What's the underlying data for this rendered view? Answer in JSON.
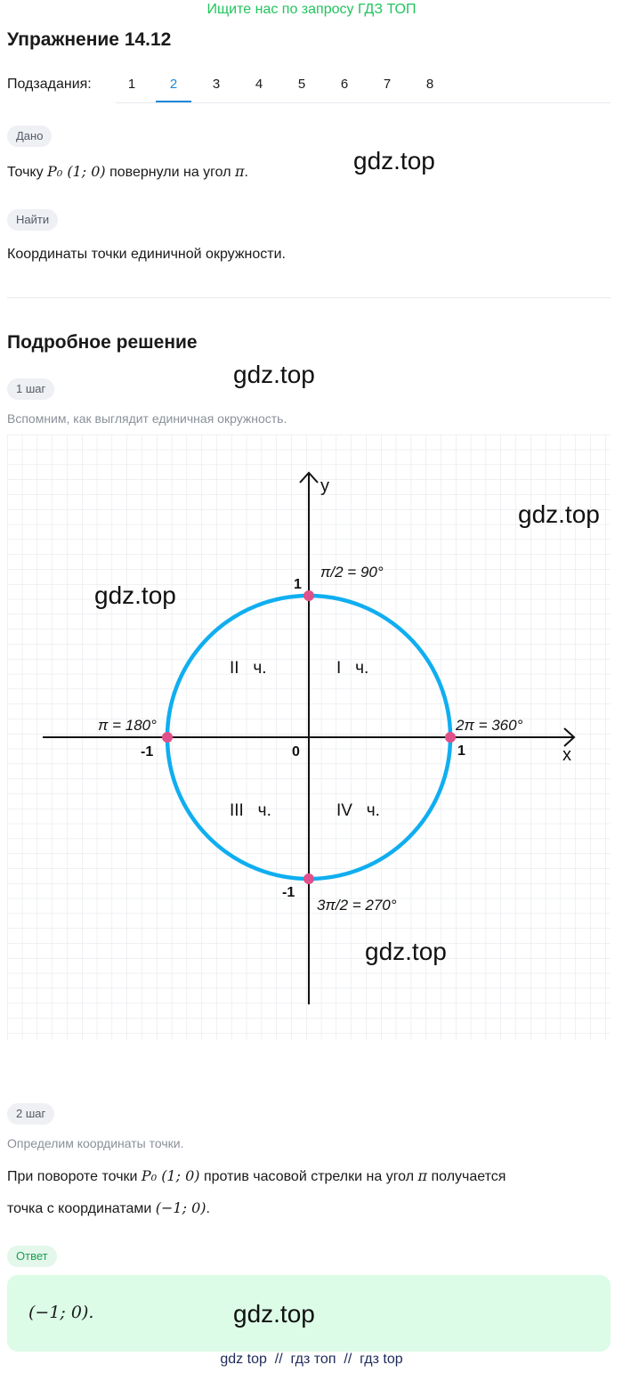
{
  "promo": "Ищите нас по запросу ГДЗ ТОП",
  "title": "Упражнение 14.12",
  "subtasks": {
    "label": "Подзадания:",
    "items": [
      "1",
      "2",
      "3",
      "4",
      "5",
      "6",
      "7",
      "8"
    ],
    "active": "2"
  },
  "given": {
    "chip": "Дано",
    "text_pre": "Точку",
    "text_post": "повернули на угол",
    "point": "P₀ (1; 0)",
    "angle": "π",
    "end": "."
  },
  "find": {
    "chip": "Найти",
    "text": "Координаты точки единичной окружности."
  },
  "solution_title": "Подробное решение",
  "step1": {
    "chip": "1 шаг",
    "text": "Вспомним, как выглядит единичная окружность."
  },
  "figure": {
    "axis_x": "x",
    "axis_y": "y",
    "origin": "0",
    "tick_pos_x": "1",
    "tick_neg_x": "-1",
    "tick_pos_y": "1",
    "tick_neg_y": "-1",
    "label_top": "π/2 = 90°",
    "label_right": "2π = 360°",
    "label_left": "π = 180°",
    "label_bottom": "3π/2 = 270°",
    "q1": "I   ч.",
    "q2": "II   ч.",
    "q3": "III   ч.",
    "q4": "IV   ч.",
    "circle_color": "#10aef0",
    "point_color": "#e0508a"
  },
  "step2": {
    "chip": "2 шаг",
    "intro": "Определим координаты точки.",
    "l1_pre": "При повороте точки",
    "l1_point": "P₀ (1; 0)",
    "l1_mid": "против часовой стрелки на угол",
    "l1_angle": "π",
    "l1_post": "получается",
    "l2_pre": "точка с координатами",
    "l2_coords": "(−1; 0)",
    "l2_end": "."
  },
  "answer": {
    "chip": "Ответ",
    "value": "(−1; 0)."
  },
  "watermark": "gdz.top",
  "footer": "gdz top  //  гдз топ  //  гдз top",
  "colors": {
    "accent": "#1e88d8",
    "promo": "#22c55e",
    "answer_bg": "#dcfce7"
  }
}
